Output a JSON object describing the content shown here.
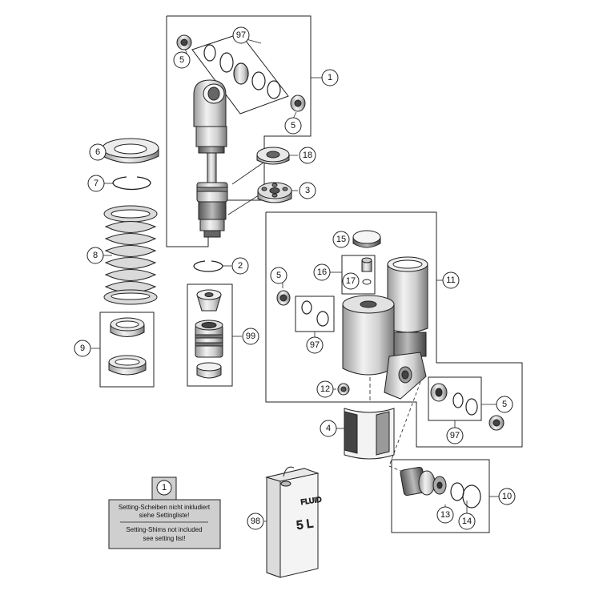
{
  "callouts": {
    "c1": "1",
    "c2": "2",
    "c3": "3",
    "c4": "4",
    "c5a": "5",
    "c5b": "5",
    "c5c": "5",
    "c5d": "5",
    "c6": "6",
    "c7": "7",
    "c8": "8",
    "c9": "9",
    "c10": "10",
    "c11": "11",
    "c12": "12",
    "c13": "13",
    "c14": "14",
    "c15": "15",
    "c16": "16",
    "c17": "17",
    "c18": "18",
    "c97a": "97",
    "c97b": "97",
    "c97c": "97",
    "c98": "98",
    "c99": "99"
  },
  "note": {
    "ref": "1",
    "line1": "Setting-Scheiben nicht inkludiert",
    "line2": "siehe Settingliste!",
    "line3": "Setting-Shims not included",
    "line4": "see setting list!"
  },
  "can": {
    "label_top": "FLUID",
    "label_bottom": "5 L"
  },
  "colors": {
    "line": "#222222",
    "fill_light": "#e6e6e6",
    "fill_mid": "#bdbdbd",
    "fill_dark": "#555555",
    "note_bg": "#cfcfcf"
  }
}
